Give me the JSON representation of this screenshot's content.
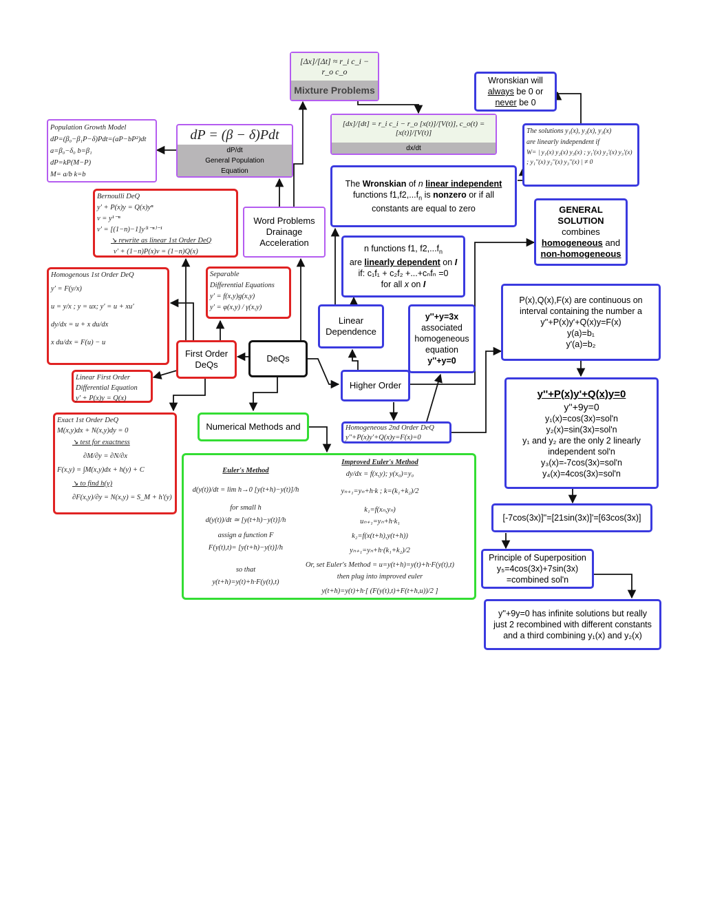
{
  "nodes": {
    "deqs": "DeQs",
    "first_order": [
      "First Order",
      "DeQs"
    ],
    "higher_order": "Higher Order",
    "numerical": "Numerical Methods and",
    "word_problems": [
      "Word Problems",
      "Drainage",
      "Acceleration"
    ],
    "linear_dependence": [
      "Linear",
      "Dependence"
    ],
    "mixture": {
      "formula": "[Δx]/[Δt] ≈ r_i c_i − r_o c_o",
      "label": "Mixture Problems"
    },
    "dxdt": {
      "formula": "[dx]/[dt] = r_i c_i − r_o [x(t)]/[V(t)],  c_o(t) = [x(t)]/[V(t)]",
      "label": "dx/dt"
    },
    "population": {
      "formula": "dP = (β − δ)Pdt",
      "label": [
        "dP/dt",
        "General Population",
        "Equation"
      ]
    },
    "population_model": [
      "Population Growth Model",
      "dP=(β₀−β₁P−δ)Pdt=(aP−bP²)dt",
      "a=β₀−δ₀   b=β₁",
      "dP=kP(M−P)",
      "M= a/b   k=b"
    ],
    "bernoulli": [
      "Bernoulli DeQ",
      "y' + P(x)y = Q(x)yⁿ",
      "v = y¹⁻ⁿ",
      "v' = [(1−n)−1]y⁽¹⁻ⁿ⁾⁻¹",
      "↘ rewrite as linear 1st Order DeQ",
      "v' + (1−n)P(x)v = (1−n)Q(x)"
    ],
    "homogenous_first": [
      "Homogenous 1st Order DeQ",
      "y' = F(y/x)",
      "u = y/x ;  y = ux;  y' = u + xu'",
      "dy/dx = u + x du/dx",
      "x du/dx = F(u) − u"
    ],
    "separable": [
      "Separable",
      "Differential Equations",
      "y' = f(x,y)g(x,y)",
      "y' = φ(x,y) / γ(x,y)"
    ],
    "linear_first": [
      "Linear First Order",
      "Differential Equation",
      "y' + P(x)y = Q(x)"
    ],
    "exact": [
      "Exact 1st Order DeQ",
      "M(x,y)dx + N(x,y)dy = 0",
      "↘ test for exactness",
      "∂M/∂y = ∂N/∂x",
      "F(x,y) = ∫M(x,y)dx + h(y) + C",
      "↘ to find h(y)",
      "∂F(x,y)/∂y = N(x,y) = S_M + h'(y)"
    ],
    "euler": [
      "Euler's Method",
      "d(y(t))/dt = lim h→0 [y(t+h)−y(t)]/h",
      "for small h",
      "d(y(t))/dt ≃ [y(t+h)−y(t)]/h",
      "assign a function F",
      "F(y(t),t)= [y(t+h)−y(t)]/h",
      "so that",
      "y(t+h)=y(t)+h·F(y(t),t)"
    ],
    "improved_euler": [
      "Improved Euler's Method",
      "dy/dx = f(x,y);  y(x₀)=y₀",
      "yₙ₊₁=yₙ+h·k ;   k=(k₁+k₂)/2",
      "k₁=f(xₙ,yₙ)",
      "uₙ₊₁=yₙ+h·k₁",
      "k₂=f(x(t+h),y(t+h))",
      "yₙ₊₁=yₙ+h·(k₁+k₂)/2",
      "Or, set Euler's Method = u=y(t+h)=y(t)+h·F(y(t),t)",
      "then plug into improved euler",
      "y(t+h)=y(t)+h·[ (F(y(t),t)+F(t+h,u))/2 ]"
    ],
    "wronskian_zero": {
      "line1": "Wronskian will",
      "always": "always",
      "line2": " be 0 or",
      "never": "never",
      "line3": " be 0"
    },
    "wronskian_def": [
      "The solutions y₁(x), y₂(x), y₃(x)",
      "are linearly independent if",
      "W= | y₁(x)  y₂(x)  y₃(x) ; y₁'(x) y₂'(x) y₃'(x) ; y₁''(x) y₂''(x) y₃''(x) | ≠ 0"
    ],
    "wronskian_nonzero": {
      "p1": "The ",
      "p2": "Wronskian",
      "p3": " of ",
      "p4": "n",
      "p5": " ",
      "p6": "linear independent",
      "line2a": "functions  f1,f2,...f",
      "line2b": "n",
      "line2c": " is ",
      "line2d": "nonzero",
      "line2e": " or if all",
      "line3": "constants are equal to zero"
    },
    "linearly_dependent": {
      "line1": "n functions f1, f2,...f",
      "line1_sub": "n",
      "line2a": "are ",
      "line2b": "linearly dependent",
      "line2c": " on ",
      "line2d": "I",
      "line3": "if: c₁f₁ + c₂f₂ +...+cₙfₙ =0",
      "line4a": "for all ",
      "line4b": "x",
      "line4c": " on ",
      "line4d": "I"
    },
    "general_solution": {
      "title1": "GENERAL",
      "title2": "SOLUTION",
      "line1": "combines",
      "homogeneous": "homogeneous",
      "and": " and",
      "non_homogeneous": "non-homogeneous"
    },
    "associated": [
      "y''+y=3x",
      "associated",
      "homogeneous",
      "equation",
      "y''+y=0"
    ],
    "continuous": [
      "P(x),Q(x),F(x) are continuous on",
      "interval containing the number a",
      "y''+P(x)y'+Q(x)y=F(x)",
      "y(a)=b₁",
      "y'(a)=b₂"
    ],
    "homogeneous_second": [
      "Homogeneous 2nd Order DeQ",
      "y''+P(x)y'+Q(x)y=F(x)=0"
    ],
    "example": [
      "y''+P(x)y'+Q(x)y=0",
      "y''+9y=0",
      "y₁(x)=cos(3x)=sol'n",
      "y₂(x)=sin(3x)=sol'n",
      "y₁ and y₂ are the only 2 linearly",
      "independent sol'n",
      "y₃(x)=-7cos(3x)=sol'n",
      "y₄(x)=4cos(3x)=sol'n"
    ],
    "derivative_check": "[-7cos(3x)]''=[21sin(3x)]'=[63cos(3x)]",
    "superposition": [
      "Principle of Superposition",
      "y₅=4cos(3x)+7sin(3x)",
      "=combined sol'n"
    ],
    "infinite": [
      "y''+9y=0 has infinite solutions but really",
      "just 2 recombined with different constants",
      "and a third combining y₁(x) and y₂(x)"
    ]
  },
  "colors": {
    "red": "#e02222",
    "blue": "#3a3adf",
    "purple": "#b45cf0",
    "green": "#33dd33",
    "black": "#111111",
    "gray_band": "#b8b6b8"
  }
}
